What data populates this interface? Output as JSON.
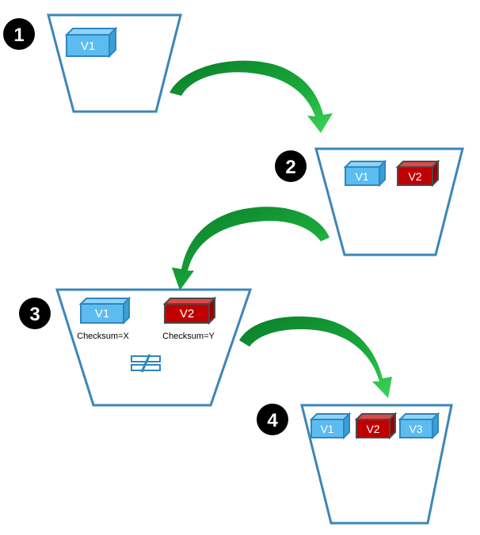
{
  "steps": [
    {
      "number": "1",
      "boxes": [
        {
          "label": "V1",
          "kind": "blue"
        }
      ]
    },
    {
      "number": "2",
      "boxes": [
        {
          "label": "V1",
          "kind": "blue"
        },
        {
          "label": "V2",
          "kind": "red"
        }
      ]
    },
    {
      "number": "3",
      "boxes": [
        {
          "label": "V1",
          "kind": "blue"
        },
        {
          "label": "V2",
          "kind": "red"
        }
      ],
      "checksums": [
        "Checksum=X",
        "Checksum=Y"
      ],
      "comparison_symbol": "not-equal"
    },
    {
      "number": "4",
      "boxes": [
        {
          "label": "V1",
          "kind": "blue"
        },
        {
          "label": "V2",
          "kind": "red"
        },
        {
          "label": "V3",
          "kind": "blue"
        }
      ]
    }
  ],
  "colors": {
    "bucket_stroke": "#3c86b8",
    "blue_front": "#5cbcf0",
    "blue_top": "#8fd4f7",
    "blue_side": "#3a9fd6",
    "blue_stroke": "#2f86bf",
    "red_front": "#c00000",
    "red_top": "#e04848",
    "red_side": "#990000",
    "red_stroke": "#4a4a4a",
    "arrow_green": "#1fae3c",
    "badge": "#000000"
  }
}
